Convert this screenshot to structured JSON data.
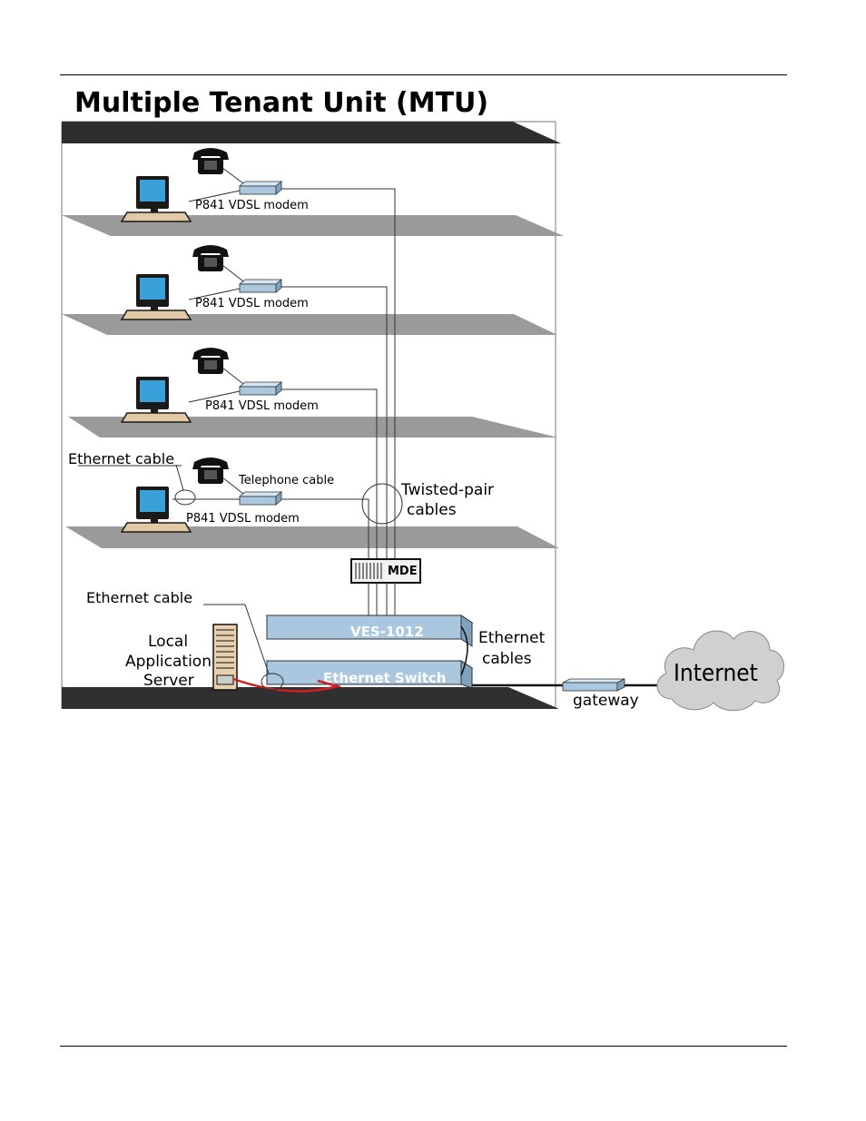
{
  "title": "Multiple Tenant Unit (MTU)",
  "floors": [
    {
      "modem_label": "P841 VDSL modem"
    },
    {
      "modem_label": "P841 VDSL modem"
    },
    {
      "modem_label": "P841 VDSL modem"
    },
    {
      "modem_label": "P841 VDSL modem"
    }
  ],
  "labels": {
    "ethernet_cable_top": "Ethernet cable",
    "telephone_cable": "Telephone cable",
    "twisted_pair_line1": "Twisted-pair",
    "twisted_pair_line2": "cables",
    "mde": "MDE",
    "ethernet_cable_bottom": "Ethernet cable",
    "server_line1": "Local",
    "server_line2": "Application",
    "server_line3": "Server",
    "ves": "VES-1012",
    "switch": "Ethernet Switch",
    "ethernet_cables_line1": "Ethernet",
    "ethernet_cables_line2": "cables",
    "gateway": "gateway",
    "internet": "Internet"
  },
  "colors": {
    "floor_slab": "#9a9a9a",
    "ground_slab": "#303030",
    "device_blue": "#a9c7df",
    "monitor_screen": "#3aa0d8",
    "cloud": "#d0d0d0",
    "red_cable": "#d02020"
  }
}
